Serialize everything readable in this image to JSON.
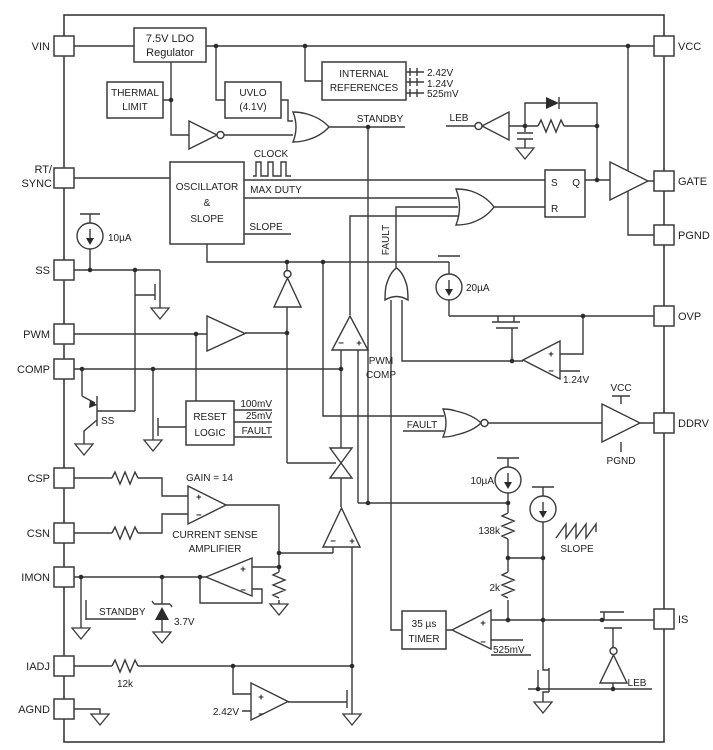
{
  "colors": {
    "line": "#3a3a3a",
    "background": "#ffffff"
  },
  "labels": {
    "pin_vin": "VIN",
    "pin_rt": "RT/",
    "pin_sync": "SYNC",
    "pin_ss": "SS",
    "pin_pwm": "PWM",
    "pin_comp": "COMP",
    "pin_csp": "CSP",
    "pin_csn": "CSN",
    "pin_imon": "IMON",
    "pin_iadj": "IADJ",
    "pin_agnd": "AGND",
    "pin_vcc": "VCC",
    "pin_gate": "GATE",
    "pin_pgnd": "PGND",
    "pin_ovp": "OVP",
    "pin_ddrv": "DDRV",
    "pin_is": "IS",
    "ldo_line1": "7.5V LDO",
    "ldo_line2": "Regulator",
    "thermal_line1": "THERMAL",
    "thermal_line2": "LIMIT",
    "uvlo_line1": "UVLO",
    "uvlo_line2": "(4.1V)",
    "intref_line1": "INTERNAL",
    "intref_line2": "REFERENCES",
    "ref_242": "2.42V",
    "ref_124": "1.24V",
    "ref_525": "525mV",
    "standby_top": "STANDBY",
    "leb_top": "LEB",
    "clock": "CLOCK",
    "max_duty": "MAX DUTY",
    "slope_osc": "SLOPE",
    "osc_line1": "OSCILLATOR",
    "osc_line2": "&",
    "osc_line3": "SLOPE",
    "sr_s": "S",
    "sr_q": "Q",
    "sr_r": "R",
    "i_10ua_ss": "10µA",
    "i_20ua": "20µA",
    "i_10ua_slope": "10µA",
    "fault_vertical": "FAULT",
    "pwm_comp_line1": "PWM",
    "pwm_comp_line2": "COMP",
    "ovp_ref": "1.24V",
    "reset_line1": "RESET",
    "reset_line2": "LOGIC",
    "out_100mv": "100mV",
    "out_25mv": "25mV",
    "out_fault": "FAULT",
    "fault_nor": "FAULT",
    "drv_vcc": "VCC",
    "drv_pgnd": "PGND",
    "gain": "GAIN = 14",
    "csa_line1": "CURRENT SENSE",
    "csa_line2": "AMPLIFIER",
    "standby_fet": "STANDBY",
    "zener_3v7": "3.7V",
    "r_138k": "138k",
    "r_2k": "2k",
    "slope_wave": "SLOPE",
    "timer_line1": "35 µs",
    "timer_line2": "TIMER",
    "ref_525_timer": "525mV",
    "leb_bottom": "LEB",
    "r_12k": "12k",
    "ref_242_iadj": "2.42V",
    "ss_bjt": "SS",
    "plus": "+",
    "minus": "−"
  }
}
